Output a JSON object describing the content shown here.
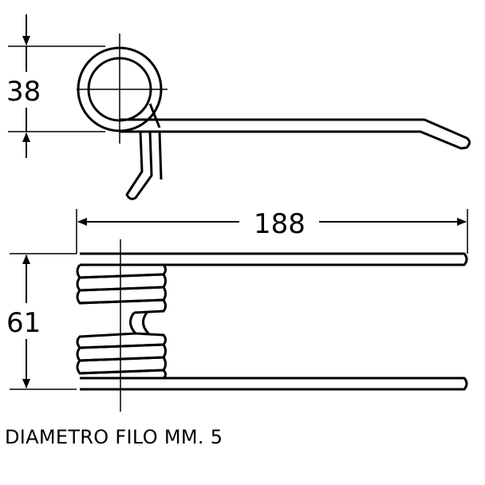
{
  "drawing": {
    "dimensions": {
      "coil_diameter": "38",
      "total_length": "188",
      "coil_height": "61"
    },
    "caption": "DIAMETRO FILO MM. 5",
    "colors": {
      "line": "#000000",
      "background": "#ffffff"
    }
  }
}
